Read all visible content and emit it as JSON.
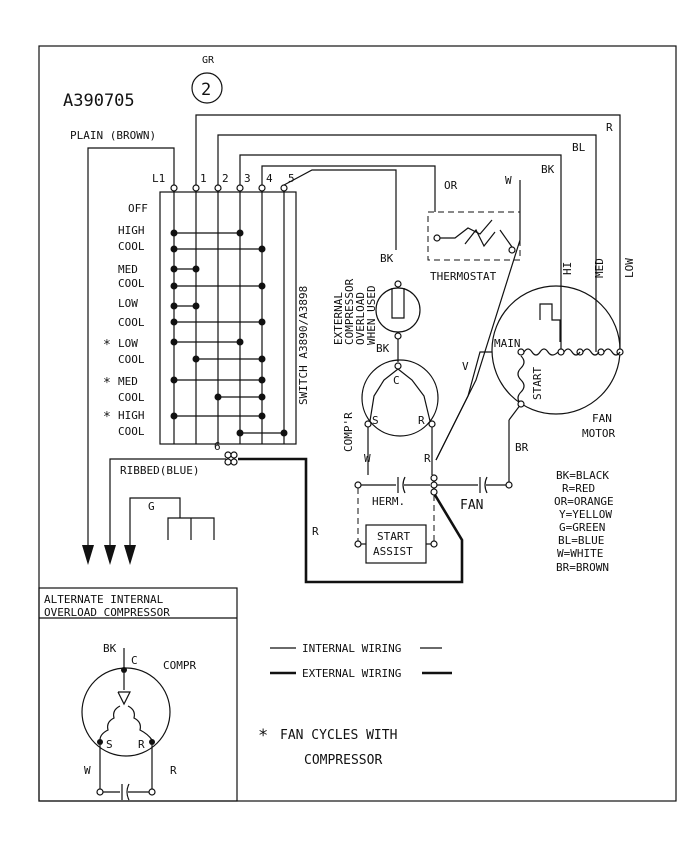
{
  "diagram": {
    "model_number": "A390705",
    "ref_label_small": "GR",
    "ref_number": "2",
    "plain_wire_label": "PLAIN (BROWN)",
    "ribbed_wire_label": "RIBBED(BLUE)",
    "ground_label": "G",
    "switch": {
      "terminals": [
        "L1",
        "1",
        "2",
        "3",
        "4",
        "5"
      ],
      "bottom_terminal": "6",
      "name": "SWITCH A3890/A3898",
      "positions": [
        {
          "line1": "OFF",
          "line2": "",
          "star": ""
        },
        {
          "line1": "HIGH",
          "line2": "COOL",
          "star": ""
        },
        {
          "line1": "MED",
          "line2": "COOL",
          "star": ""
        },
        {
          "line1": "LOW",
          "line2": "COOL",
          "star": ""
        },
        {
          "line1": "LOW",
          "line2": "COOL",
          "star": "*"
        },
        {
          "line1": "MED",
          "line2": "COOL",
          "star": "*"
        },
        {
          "line1": "HIGH",
          "line2": "COOL",
          "star": "*"
        }
      ]
    },
    "thermostat": {
      "label": "THERMOSTAT",
      "or_wire": "OR",
      "w_wire": "W"
    },
    "overload": {
      "lines": [
        "EXTERNAL",
        "COMPRESSOR",
        "OVERLOAD",
        "WHEN USED"
      ],
      "bk_top": "BK",
      "bk_bottom": "BK"
    },
    "compressor": {
      "label": "COMP'R",
      "c": "C",
      "s": "S",
      "r": "R",
      "w_wire": "W"
    },
    "fan_motor": {
      "label_line1": "FAN",
      "label_line2": "MOTOR",
      "main": "MAIN",
      "start": "START",
      "hi": "HI",
      "med": "MED",
      "low": "LOW",
      "w_wire": "V",
      "br_wire": "BR"
    },
    "right_wires": {
      "r": "R",
      "bl": "BL",
      "bk": "BK"
    },
    "capacitor": {
      "herm": "HERM.",
      "fan": "FAN"
    },
    "start_assist": {
      "line1": "START",
      "line2": "ASSIST"
    },
    "r_wire_bottom": "R",
    "color_key": [
      "BK=BLACK",
      "R=RED",
      "OR=ORANGE",
      "Y=YELLOW",
      "G=GREEN",
      "BL=BLUE",
      "W=WHITE",
      "BR=BROWN"
    ],
    "alternate_box": {
      "title_line1": "ALTERNATE    INTERNAL",
      "title_line2": "OVERLOAD COMPRESSOR",
      "bk": "BK",
      "c": "C",
      "compr": "COMPR",
      "s": "S",
      "r": "R",
      "w": "W",
      "r2": "R"
    },
    "legend": {
      "internal": "INTERNAL WIRING",
      "external": "EXTERNAL WIRING"
    },
    "note": {
      "star": "*",
      "line1": "FAN CYCLES WITH",
      "line2": "COMPRESSOR"
    }
  }
}
